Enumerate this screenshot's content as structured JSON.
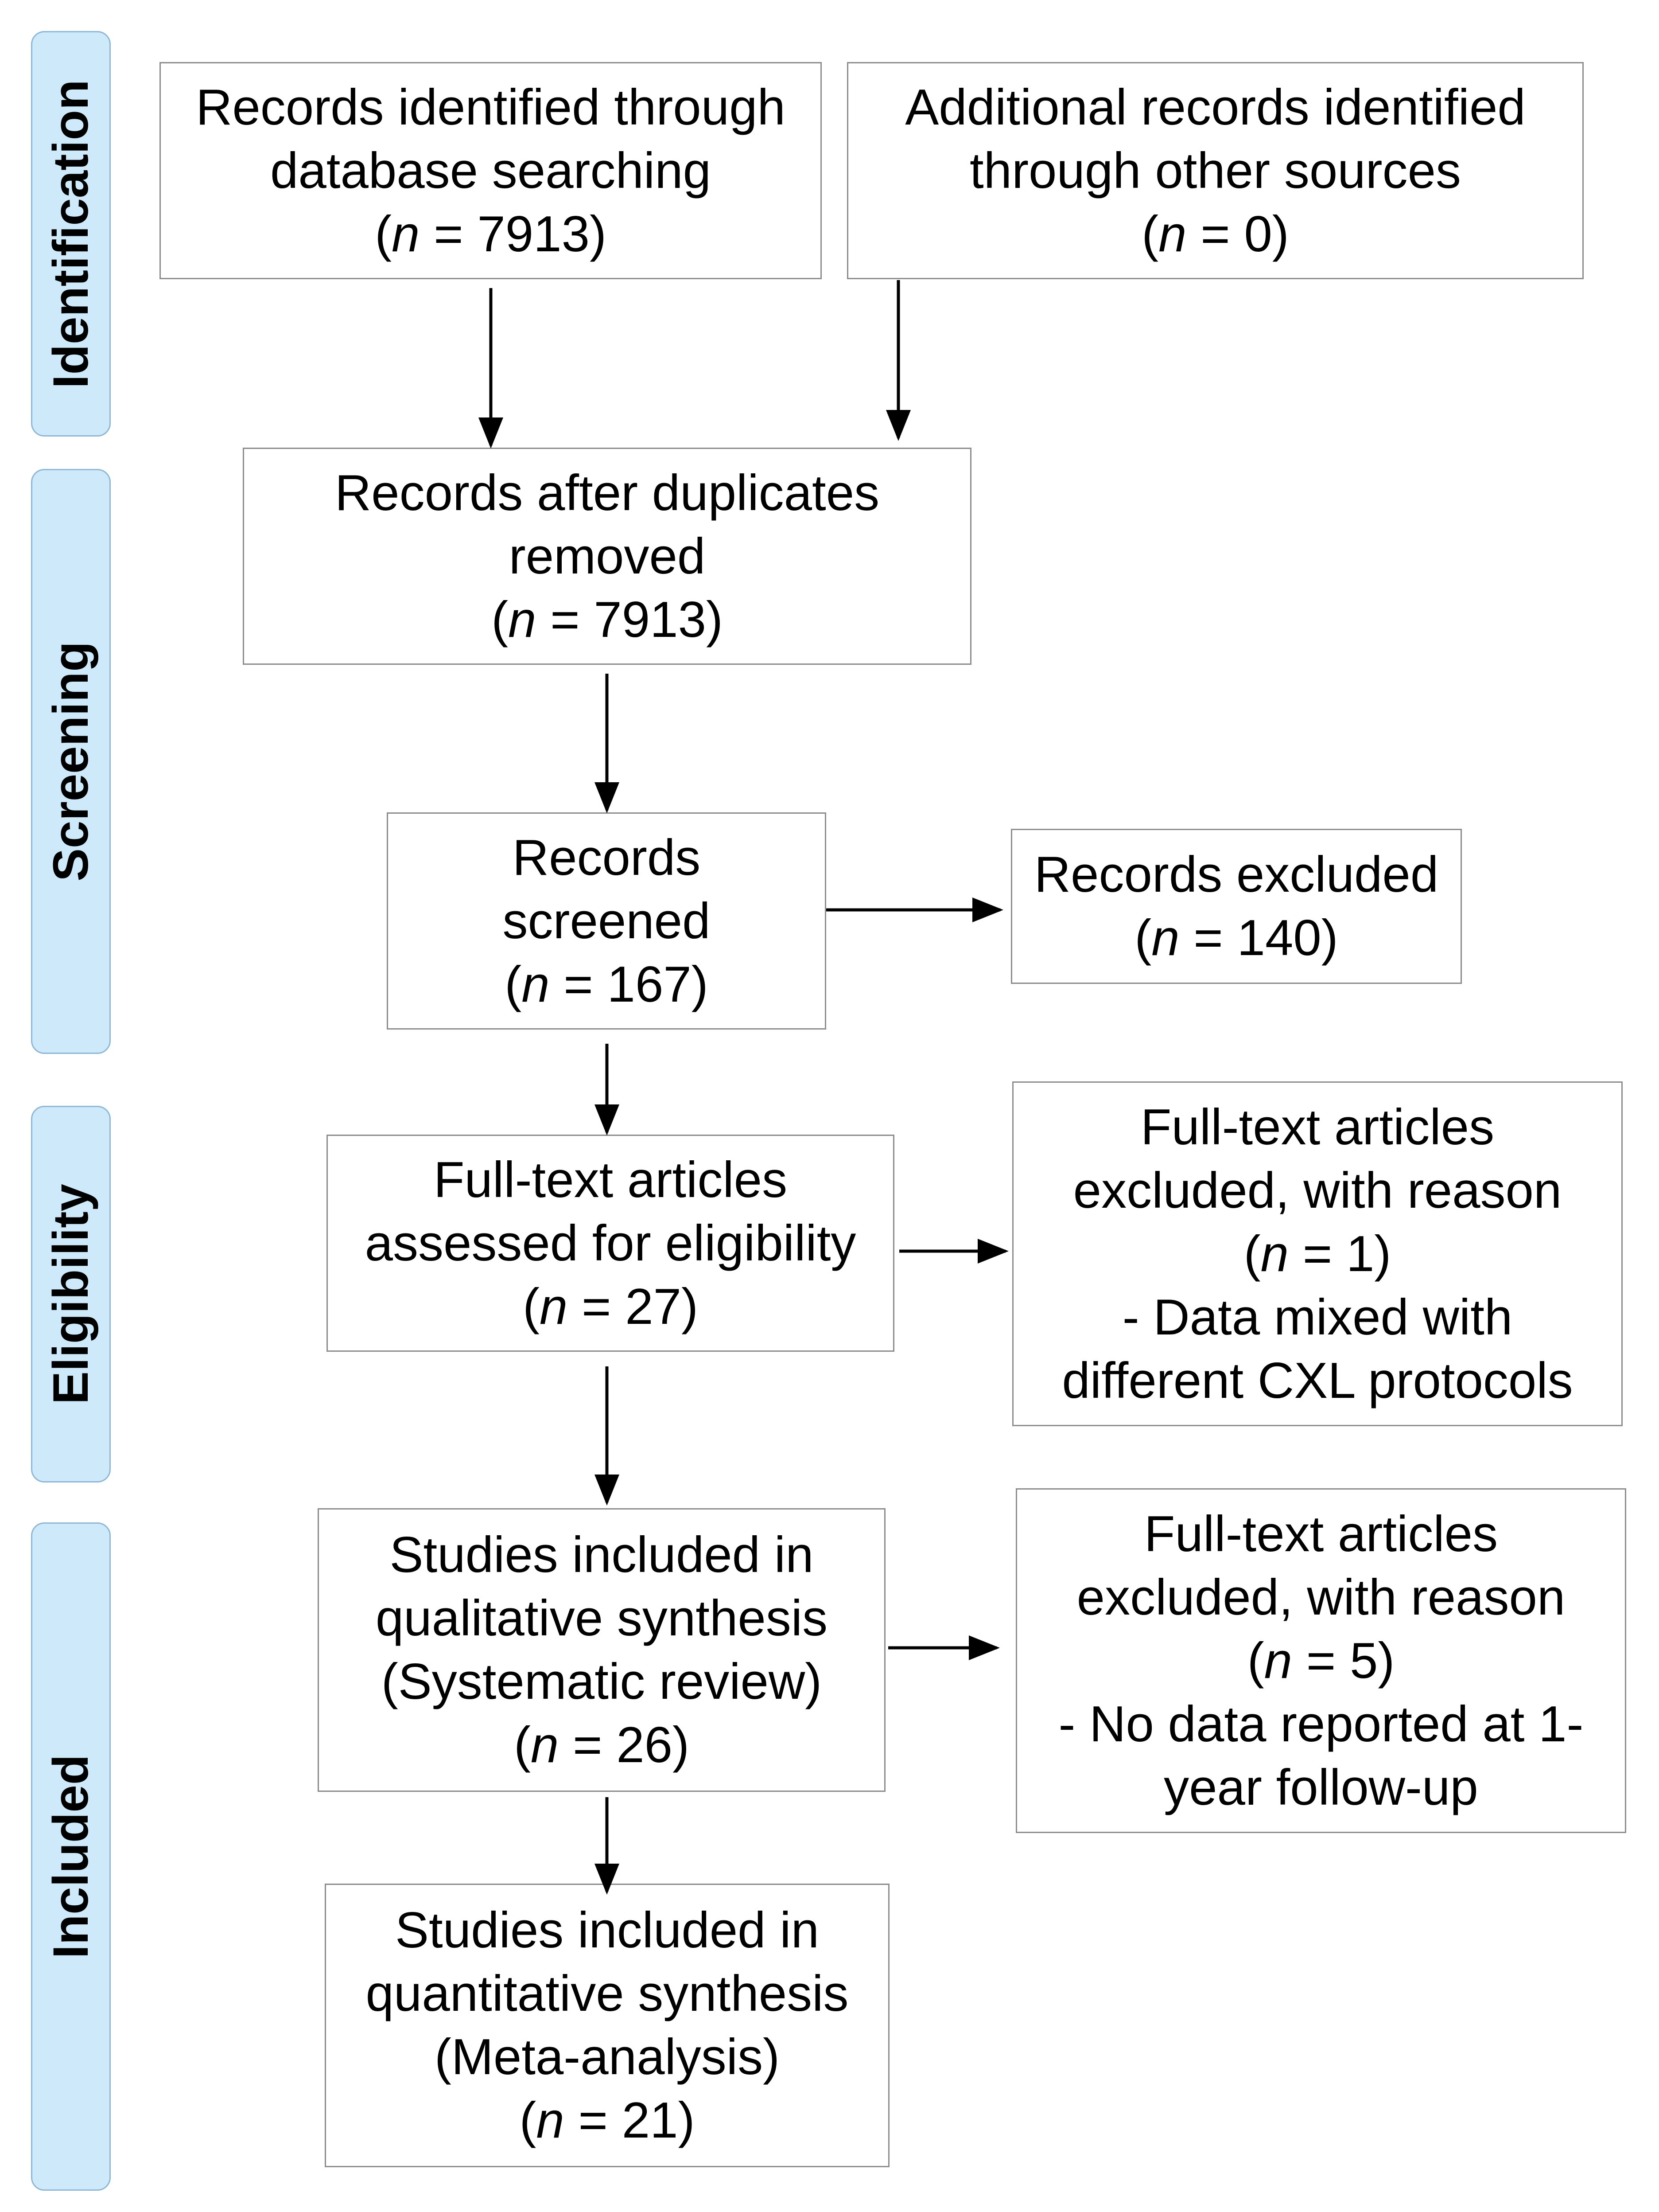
{
  "phases": {
    "identification": "Identification",
    "screening": "Screening",
    "eligibility": "Eligibility",
    "included": "Included"
  },
  "boxes": {
    "records_database": {
      "lines": [
        "Records identified through",
        "database searching"
      ],
      "n_value": "7913"
    },
    "records_other": {
      "lines": [
        "Additional records identified",
        "through other sources"
      ],
      "n_value": "0"
    },
    "after_duplicates": {
      "lines": [
        "Records after duplicates",
        "removed"
      ],
      "n_value": "7913"
    },
    "screened": {
      "lines": [
        "Records",
        "screened"
      ],
      "n_value": "167"
    },
    "excluded": {
      "lines": [
        "Records excluded"
      ],
      "n_value": "140"
    },
    "fulltext_assessed": {
      "lines": [
        "Full-text articles",
        "assessed for eligibility"
      ],
      "n_value": "27"
    },
    "fulltext_excluded_1": {
      "lines": [
        "Full-text articles",
        "excluded, with reason"
      ],
      "n_value": "1",
      "reason_lines": [
        "- Data mixed with",
        "different CXL protocols"
      ]
    },
    "qualitative": {
      "lines": [
        "Studies included in",
        "qualitative synthesis",
        "(Systematic review)"
      ],
      "n_value": "26"
    },
    "fulltext_excluded_2": {
      "lines": [
        "Full-text articles",
        "excluded, with reason"
      ],
      "n_value": "5",
      "reason_lines": [
        "- No data reported at 1-",
        "year follow-up"
      ]
    },
    "quantitative": {
      "lines": [
        "Studies included in",
        "quantitative synthesis",
        "(Meta-analysis)"
      ],
      "n_value": "21"
    }
  },
  "n_symbol": "n",
  "n_open": "(",
  "n_eq": " = ",
  "n_close": ")"
}
